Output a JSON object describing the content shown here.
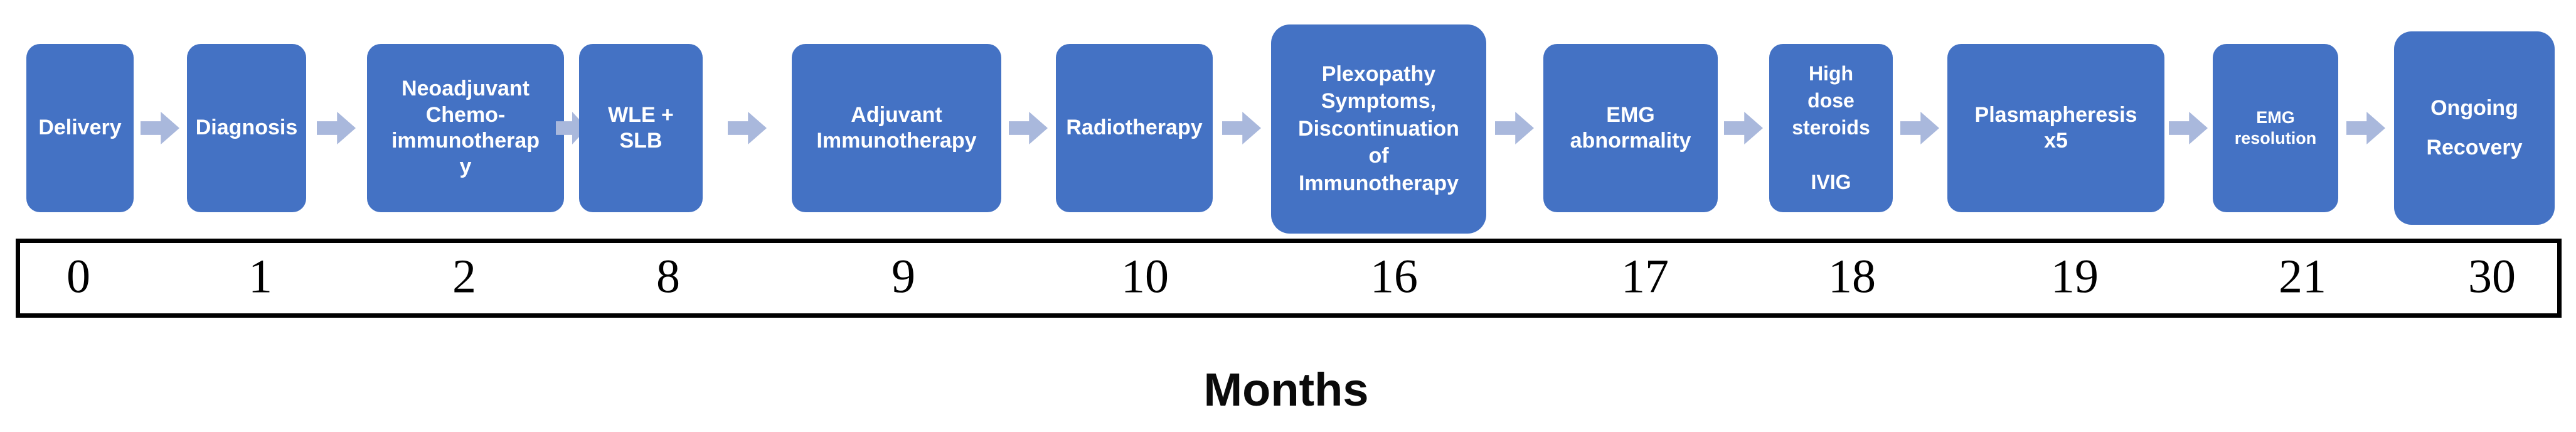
{
  "figure": {
    "type": "treatment-timeline-flowchart",
    "axis_label": "Months",
    "colors": {
      "step_box": "#4472C4",
      "step_text": "#FFFFFF",
      "arrow": "#A9B8DC",
      "axis_border": "#000000",
      "axis_text": "#000000"
    },
    "steps": [
      {
        "label": "Delivery",
        "lines": [
          "Delivery"
        ],
        "month": "0"
      },
      {
        "label": "Diagnosis",
        "lines": [
          "Diagnosis"
        ],
        "month": "1"
      },
      {
        "label": "Neoadjuvant Chemo-immunotherapy",
        "lines": [
          "Neoadjuvant",
          "Chemo-",
          "immunotherap",
          "y"
        ],
        "month": "2"
      },
      {
        "label": "WLE + SLB",
        "lines": [
          "WLE +",
          "SLB"
        ],
        "month": "8"
      },
      {
        "label": "Adjuvant Immunotherapy",
        "lines": [
          "Adjuvant",
          "Immunotherapy"
        ],
        "month": "9"
      },
      {
        "label": "Radiotherapy",
        "lines": [
          "Radiotherapy"
        ],
        "month": "10"
      },
      {
        "label": "Plexopathy Symptoms, Discontinuation of Immunotherapy",
        "lines": [
          "Plexopathy",
          "Symptoms,",
          "Discontinuation",
          "of",
          "Immunotherapy"
        ],
        "month": "16"
      },
      {
        "label": "EMG abnormality",
        "lines": [
          "EMG",
          "abnormality"
        ],
        "month": "17"
      },
      {
        "label": "High dose steroids IVIG",
        "lines": [
          "High",
          "dose",
          "steroids",
          "",
          "IVIG"
        ],
        "month": "18"
      },
      {
        "label": "Plasmapheresis x5",
        "lines": [
          "Plasmapheresis",
          "x5"
        ],
        "month": "19"
      },
      {
        "label": "EMG resolution",
        "lines": [
          "EMG",
          "resolution"
        ],
        "month": "21"
      },
      {
        "label": "Ongoing Recovery",
        "lines": [
          "Ongoing",
          "Recovery"
        ],
        "month": "30"
      }
    ]
  }
}
